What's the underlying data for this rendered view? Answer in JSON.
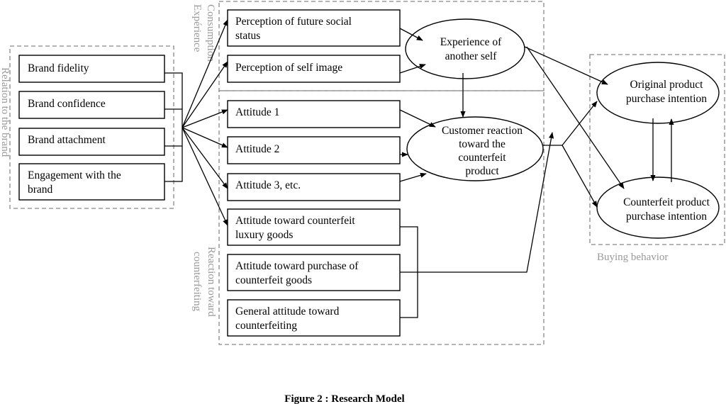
{
  "groups": {
    "relation_to_brand": "Relation to the brand",
    "consumption_experience": [
      "Consumption",
      "Expérience"
    ],
    "reaction_counterfeiting": [
      "Reaction toward",
      "counterfeiting"
    ],
    "buying_behavior": "Buying behavior"
  },
  "brand_boxes": [
    {
      "lines": [
        "Brand fidelity"
      ]
    },
    {
      "lines": [
        "Brand confidence"
      ]
    },
    {
      "lines": [
        "Brand attachment"
      ]
    },
    {
      "lines": [
        "Engagement with the",
        "brand"
      ]
    }
  ],
  "experience_boxes": [
    {
      "lines": [
        "Perception of future social",
        "status"
      ]
    },
    {
      "lines": [
        "Perception of self image"
      ]
    }
  ],
  "attitude_boxes": [
    {
      "lines": [
        "Attitude 1"
      ]
    },
    {
      "lines": [
        "Attitude 2"
      ]
    },
    {
      "lines": [
        "Attitude 3, etc."
      ]
    }
  ],
  "counterfeit_boxes": [
    {
      "lines": [
        "Attitude toward counterfeit",
        "luxury goods"
      ]
    },
    {
      "lines": [
        "Attitude toward purchase of",
        "counterfeit goods"
      ]
    },
    {
      "lines": [
        "General attitude toward",
        "counterfeiting"
      ]
    }
  ],
  "ellipses": {
    "experience_other_self": [
      "Experience of",
      "another self"
    ],
    "customer_reaction": [
      "Customer reaction",
      "toward the",
      "counterfeit",
      "product"
    ],
    "original_intention": [
      "Original product",
      "purchase intention"
    ],
    "counterfeit_intention": [
      "Counterfeit product",
      "purchase intention"
    ]
  },
  "caption": "Figure 2 : Research Model"
}
